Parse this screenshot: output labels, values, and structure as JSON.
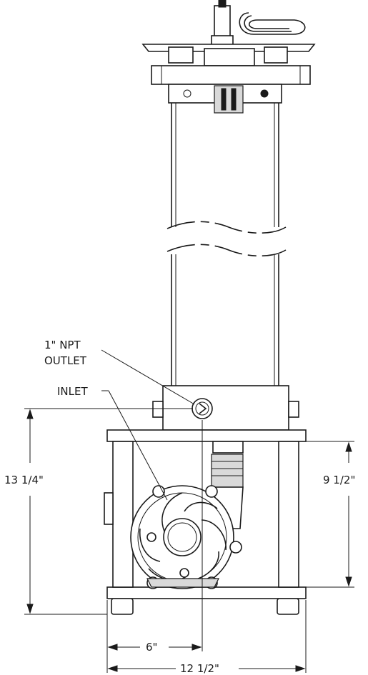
{
  "labels": {
    "outlet_line1": "1\" NPT",
    "outlet_line2": "OUTLET",
    "inlet": "INLET",
    "dim_overall_height": "13 1/4\"",
    "dim_frame_height": "9 1/2\"",
    "dim_center_width": "6\"",
    "dim_overall_width": "12 1/2\""
  },
  "colors": {
    "line": "#1a1a1a",
    "background": "#ffffff"
  }
}
